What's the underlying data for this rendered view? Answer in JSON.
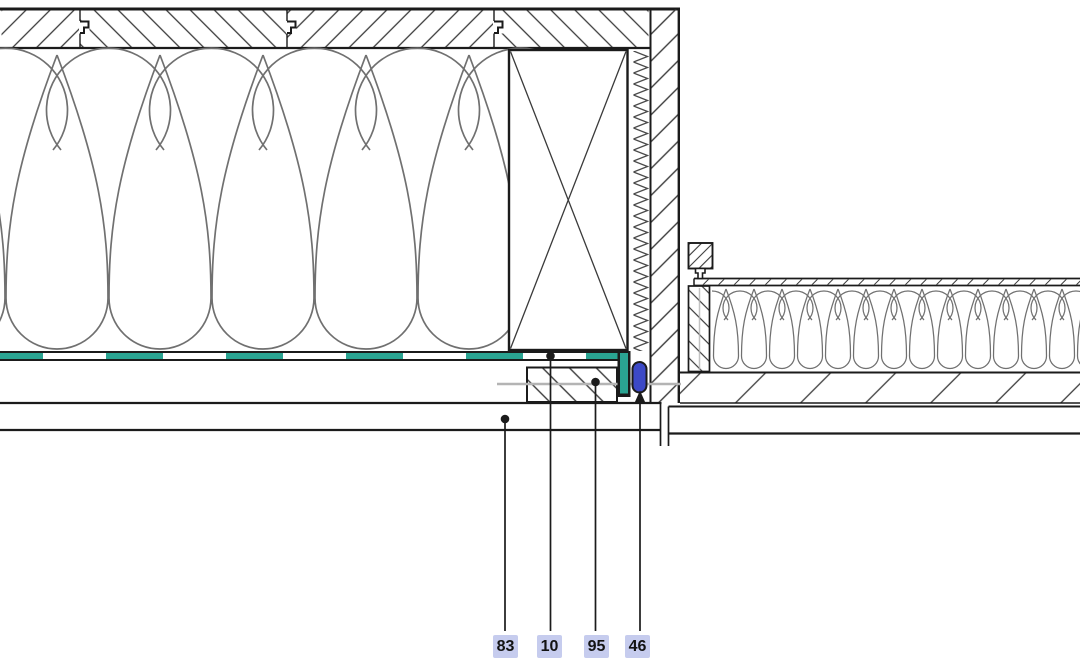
{
  "figure": {
    "type": "construction-detail-section-drawing",
    "background": "#ffffff"
  },
  "colors": {
    "membrane_teal": "#2aa492",
    "sealant_blue": "#3c49c6",
    "label_bg": "#c6ccee",
    "label_text": "#131313",
    "line": "#1b1b1b",
    "hatch": "#3a3a3a",
    "loop_gray": "#707070",
    "hidden_gray": "#b4b4b4",
    "bg": "#ffffff"
  },
  "callouts": [
    {
      "id": "83"
    },
    {
      "id": "10"
    },
    {
      "id": "95"
    },
    {
      "id": "46"
    }
  ]
}
